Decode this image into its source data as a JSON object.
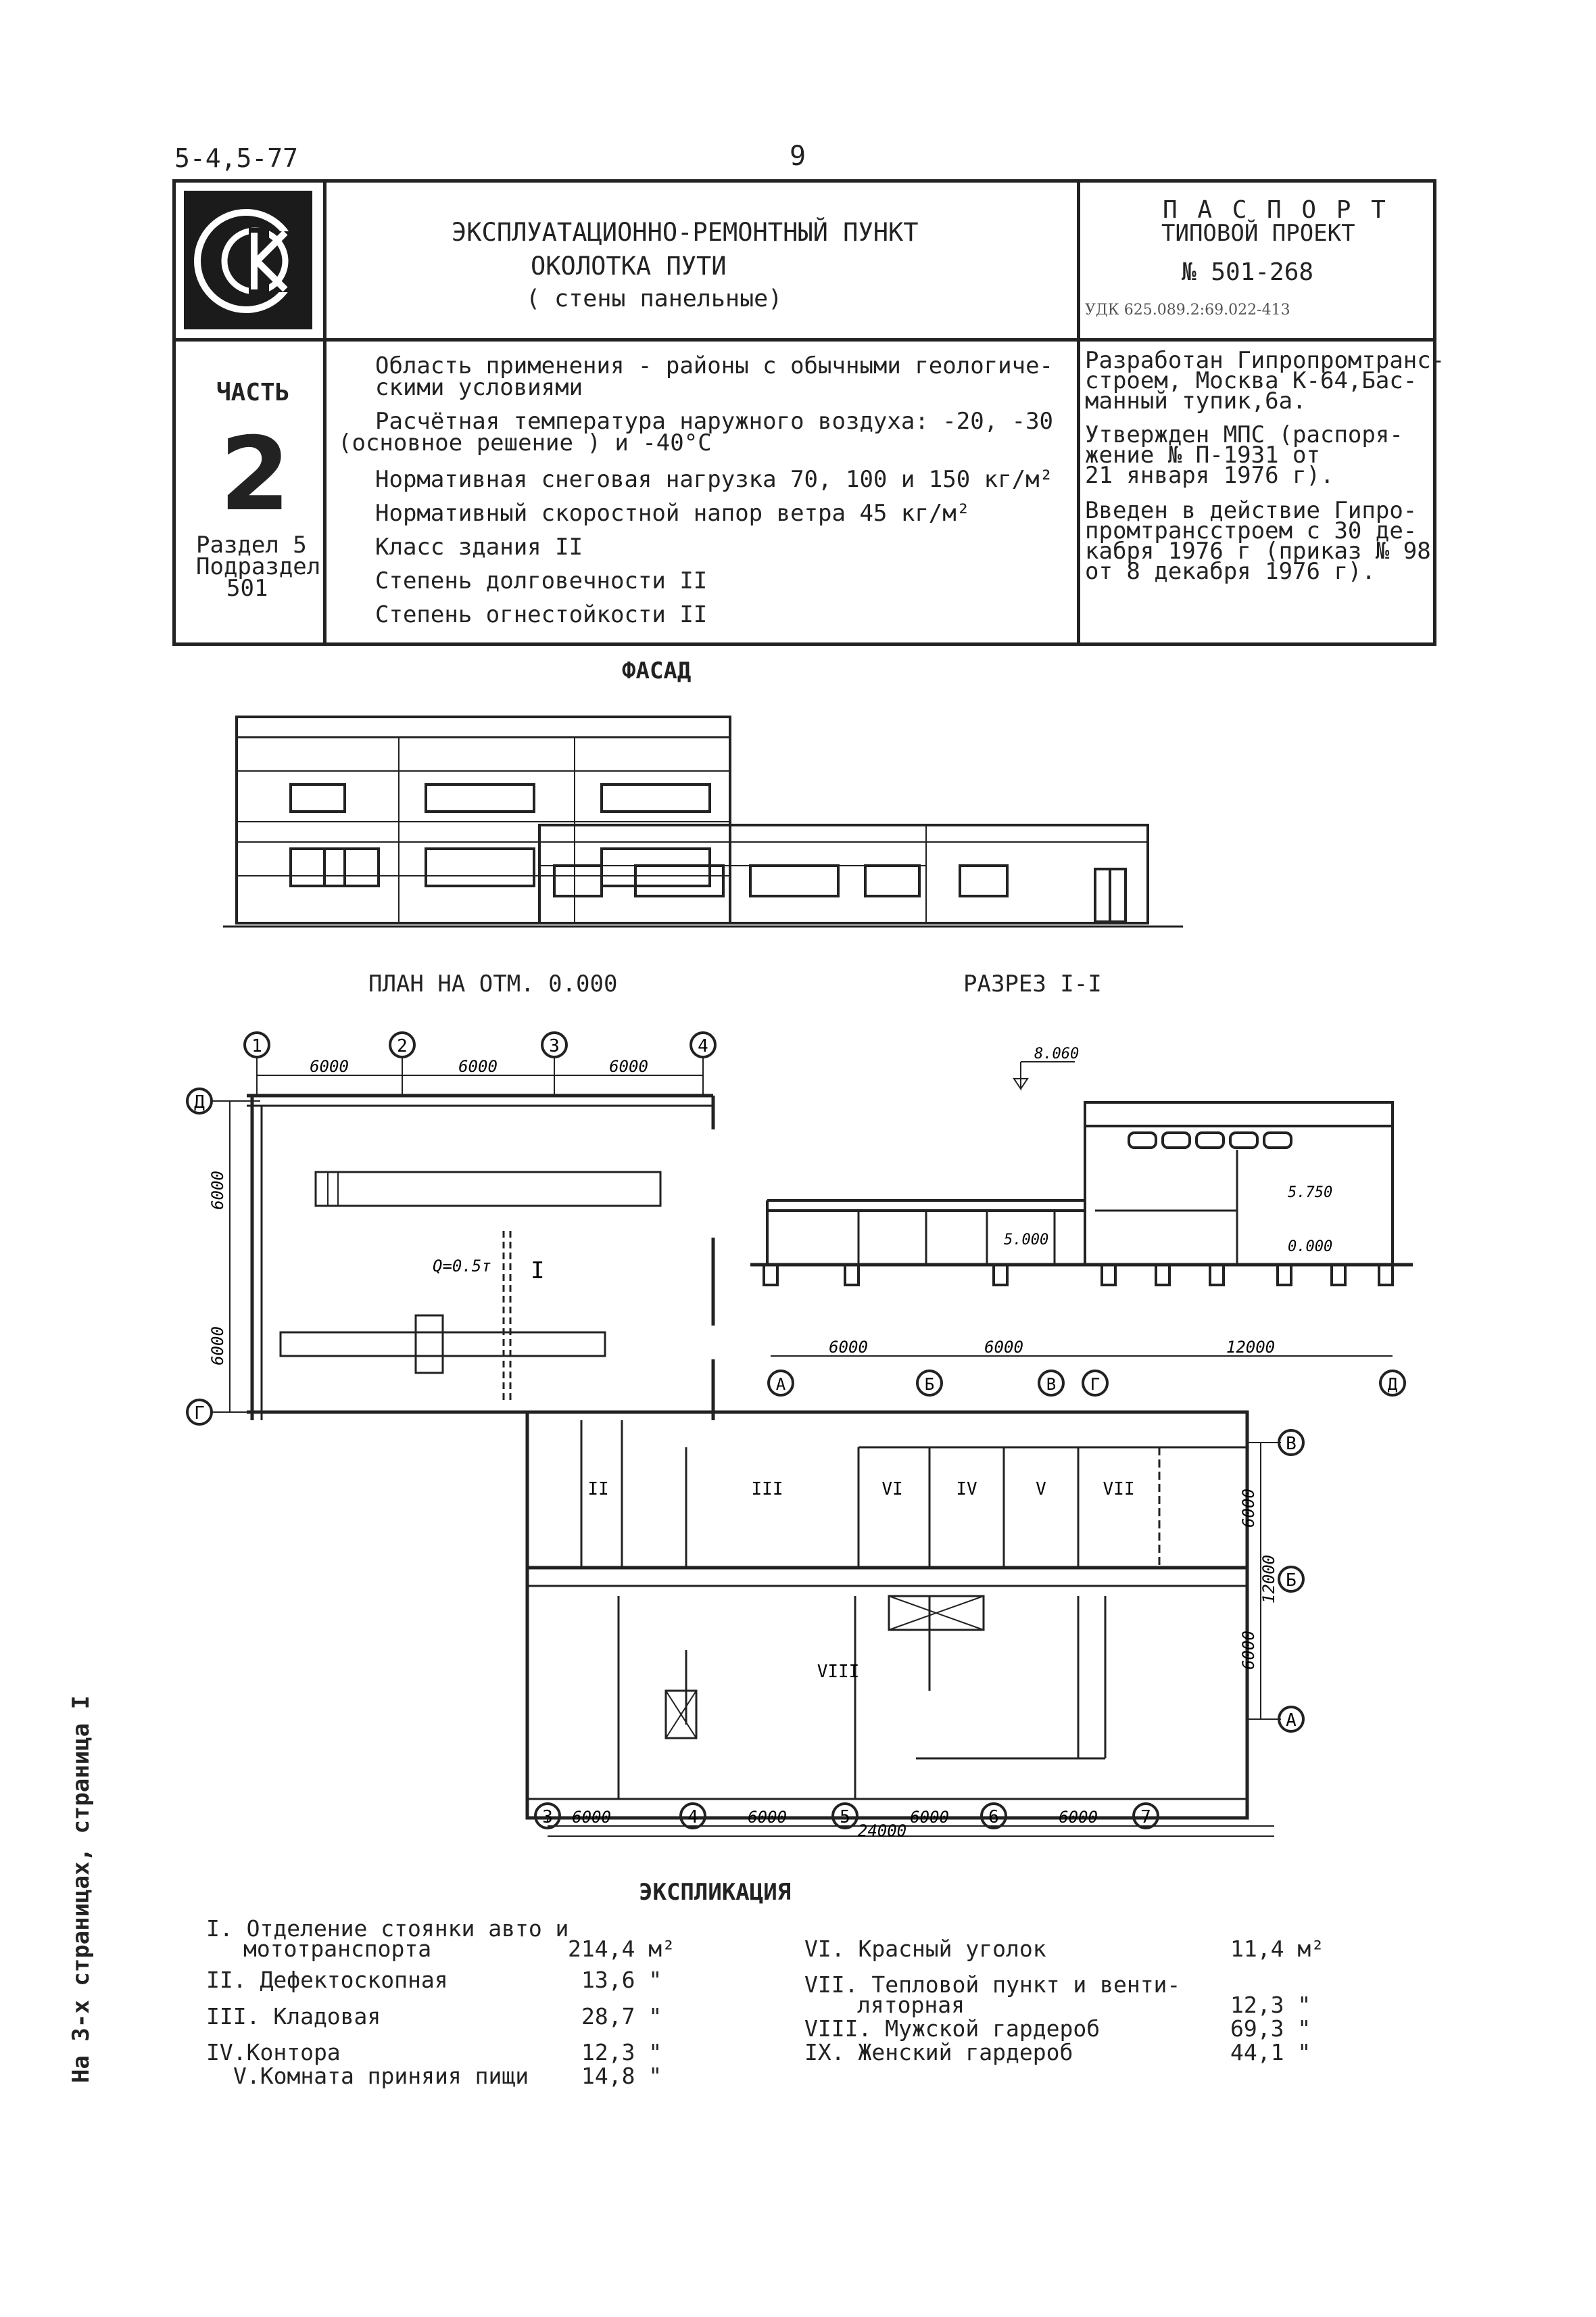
{
  "top": {
    "series_code": "5-4,5-77",
    "page_number": "9"
  },
  "header": {
    "title_line1": "ЭКСПЛУАТАЦИОННО-РЕМОНТНЫЙ ПУНКТ",
    "title_line2": "ОКОЛОТКА ПУТИ",
    "title_line3": "( стены панельные)",
    "passport_label": "П А С П О Р Т",
    "project_label": "ТИПОВОЙ ПРОЕКТ",
    "project_number": "№ 501-268",
    "udk": "УДК 625.089.2:69.022-413"
  },
  "part": {
    "label": "ЧАСТЬ",
    "number": "2",
    "section": "Раздел 5",
    "subsection_label": "Подраздел",
    "subsection_number": "501"
  },
  "params": [
    "Область применения - районы с обычными геологиче-",
    "скими условиями",
    "Расчётная температура наружного воздуха: -20, -30",
    "(основное решение ) и -40°С",
    "Нормативная снеговая нагрузка 70, 100 и 150 кг/м²",
    "Нормативный скоростной напор ветра 45 кг/м²",
    "Класс здания II",
    "Степень долговечности II",
    "Степень огнестойкости II"
  ],
  "developer": [
    "Разработан Гипропромтранс-",
    "строем, Москва К-64,Бас-",
    "манный тупик,6а.",
    "Утвержден МПС (распоря-",
    "жение № П-1931 от",
    "21 января 1976 г).",
    "Введен в действие Гипро-",
    "промтрансстроем с 30 де-",
    "кабря 1976 г (приказ № 98",
    "от 8 декабря 1976 г)."
  ],
  "drawings": {
    "facade_title": "ФАСАД",
    "plan_title": "ПЛАН НА ОТМ. 0.000",
    "section_title": "РАЗРЕЗ I-I",
    "axes_top": [
      "1",
      "2",
      "3",
      "4"
    ],
    "axes_left": [
      "Д",
      "Г"
    ],
    "axes_bottom": [
      "3",
      "4",
      "5",
      "6",
      "7"
    ],
    "axes_right": [
      "В",
      "Б",
      "А"
    ],
    "section_axes": [
      "А",
      "Б",
      "В",
      "Г",
      "Д"
    ],
    "dim_6000": "6000",
    "dim_12000": "12000",
    "dim_24000": "24000",
    "elev_8060": "8.060",
    "elev_5750": "5.750",
    "elev_5000": "5.000",
    "elev_0000": "0.000",
    "crane_label": "Q=0.5т",
    "cut_label": "I",
    "room_labels": [
      "I",
      "II",
      "III",
      "IV",
      "V",
      "VI",
      "VII",
      "VIII"
    ]
  },
  "explication": {
    "title": "ЭКСПЛИКАЦИЯ",
    "left": [
      {
        "name": "I. Отделение стоянки авто и",
        "name2": "мототранспорта",
        "area": "214,4 м²"
      },
      {
        "name": "II. Дефектоскопная",
        "area": "13,6 \""
      },
      {
        "name": "III. Кладовая",
        "area": "28,7 \""
      },
      {
        "name": "IV.Контора",
        "area": "12,3 \""
      },
      {
        "name": "V.Комната приняия пищи",
        "area": "14,8 \""
      }
    ],
    "right": [
      {
        "name": "VI. Красный уголок",
        "area": "11,4 м²"
      },
      {
        "name": "VII. Тепловой пункт и венти-",
        "name2": "ляторная",
        "area": "12,3 \""
      },
      {
        "name": "VIII. Мужской гардероб",
        "area": "69,3 \""
      },
      {
        "name": "IX. Женский гардероб",
        "area": "44,1 \""
      }
    ]
  },
  "side_note": "На 3-х страницах, страница I"
}
